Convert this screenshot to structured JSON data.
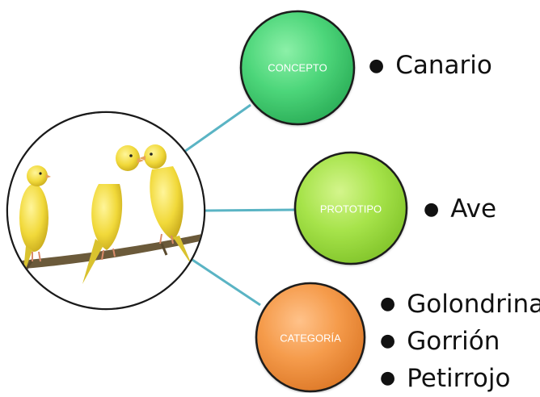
{
  "diagram": {
    "image": {
      "subject": "canary birds on branch"
    },
    "nodes": [
      {
        "id": "concepto",
        "label": "CONCEPTO",
        "color": "#4dd67a",
        "items": [
          "Canario"
        ]
      },
      {
        "id": "prototipo",
        "label": "PROTOTIPO",
        "color": "#a6e34a",
        "items": [
          "Ave"
        ]
      },
      {
        "id": "categoria",
        "label": "CATEGORÍA",
        "color": "#f59b4b",
        "items": [
          "Golondrina",
          "Gorrión",
          "Petirrojo"
        ]
      }
    ],
    "connector_color": "#5ab4c4"
  }
}
